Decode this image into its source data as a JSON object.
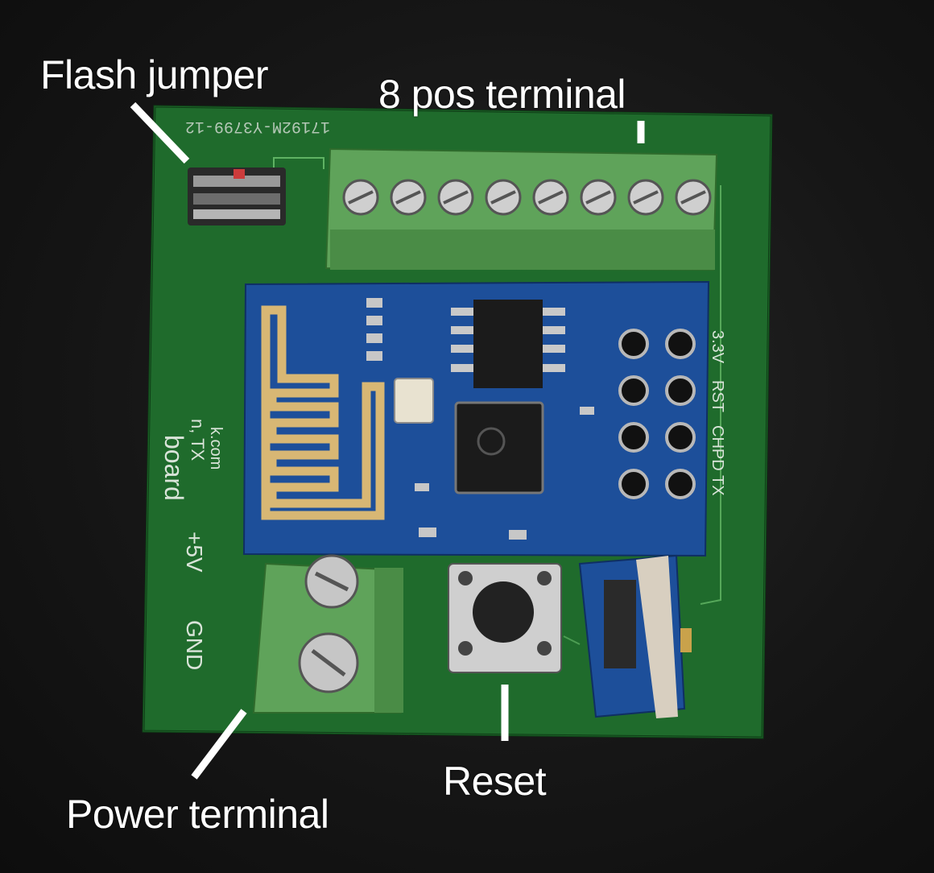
{
  "labels": {
    "flash_jumper": "Flash jumper",
    "terminal_8pos": "8 pos terminal",
    "power_terminal": "Power terminal",
    "reset": "Reset"
  },
  "silkscreen": {
    "part_number": "17192M-Y3799-12",
    "plus_5v": "+5V",
    "gnd": "GND",
    "v33": "3.3V",
    "rst": "RST",
    "chpd": "CHPD",
    "tx": "TX",
    "board_text": "board",
    "url_text": "k.com",
    "city_text": "n, TX"
  },
  "colors": {
    "pcb": "#1f6b2c",
    "pcb_edge": "#134a1c",
    "terminal": "#5fa35a",
    "module": "#1d4f9a",
    "antenna": "#d8b774",
    "text": "#ffffff"
  }
}
